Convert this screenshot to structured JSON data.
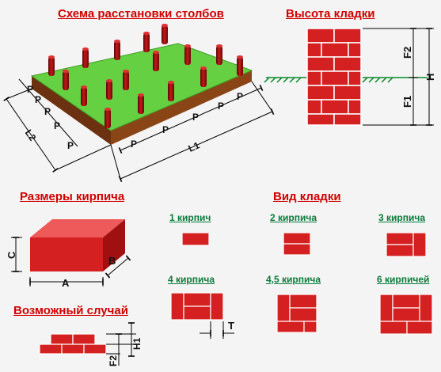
{
  "titles": {
    "poles": "Схема расстановки столбов",
    "height": "Высота кладки",
    "brick_size": "Размеры кирпича",
    "masonry": "Вид кладки",
    "possible": "Возможный случай"
  },
  "labels": {
    "p": "P",
    "l1": "L1",
    "l2": "L2",
    "h": "H",
    "f1": "F1",
    "f2": "F2",
    "a": "A",
    "b": "B",
    "c": "C",
    "t": "T",
    "h1": "H1"
  },
  "masonry_types": {
    "b1": "1 кирпич",
    "b2": "2 кирпича",
    "b3": "3 кирпича",
    "b4": "4 кирпича",
    "b45": "4,5 кирпича",
    "b6": "6 кирпичей"
  },
  "colors": {
    "brick": "#d42020",
    "brick_dark": "#8a0b0b",
    "grass": "#66d043",
    "soil": "#7a3a10",
    "title": "#d10000",
    "subtitle": "#0a7a3a"
  }
}
